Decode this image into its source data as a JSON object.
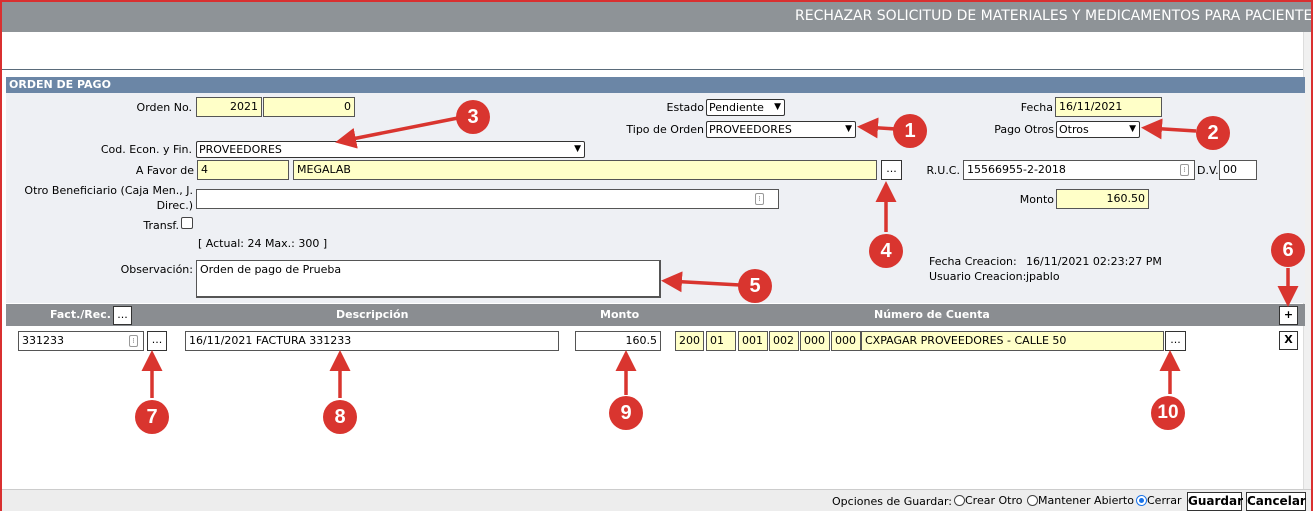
{
  "window": {
    "title": "RECHAZAR SOLICITUD DE MATERIALES Y MEDICAMENTOS PARA PACIENTES"
  },
  "section": {
    "title": "ORDEN DE PAGO"
  },
  "form": {
    "orden_no_label": "Orden No.",
    "orden_no_1": "2021",
    "orden_no_2": "0",
    "estado_label": "Estado",
    "estado_value": "Pendiente",
    "tipo_orden_label": "Tipo de Orden",
    "tipo_orden_value": "PROVEEDORES",
    "fecha_label": "Fecha",
    "fecha_value": "16/11/2021",
    "pago_otros_label": "Pago Otros",
    "pago_otros_value": "Otros",
    "cod_econ_label": "Cod. Econ. y Fin.",
    "cod_econ_value": "PROVEEDORES",
    "a_favor_label": "A Favor de",
    "a_favor_code": "4",
    "a_favor_name": "MEGALAB",
    "lookup_label": "...",
    "ruc_label": "R.U.C.",
    "ruc_value": "15566955-2-2018",
    "dv_label": "D.V.",
    "dv_value": "00",
    "otro_benef_label_1": "Otro Beneficiario (Caja Men., J.",
    "otro_benef_label_2": "Direc.)",
    "otro_benef_value": "",
    "monto_label": "Monto",
    "monto_value": "160.50",
    "transf_label": "Transf.",
    "counter_text": "[ Actual: 24   Max.: 300 ]",
    "observacion_label": "Observación:",
    "observacion_value": "Orden de pago de Prueba",
    "fecha_creacion_label": "Fecha   Creacion:",
    "fecha_creacion_value": "16/11/2021 02:23:27 PM",
    "usuario_creacion_label": "Usuario Creacion:",
    "usuario_creacion_value": "jpablo"
  },
  "grid": {
    "headers": [
      "Fact./Rec.",
      "Descripción",
      "Monto",
      "Número de Cuenta"
    ],
    "header_button": "...",
    "add_button": "+",
    "rows": [
      {
        "factura": "331233",
        "lookup": "...",
        "descripcion": "16/11/2021 FACTURA 331233",
        "monto": "160.5",
        "cuenta": [
          "200",
          "01",
          "001",
          "002",
          "000",
          "000"
        ],
        "cuenta_nombre": "CXPAGAR PROVEEDORES - CALLE 50",
        "cuenta_lookup": "...",
        "delete": "X"
      }
    ]
  },
  "footer": {
    "opciones_label": "Opciones de Guardar:",
    "opt_crear": "Crear Otro",
    "opt_mantener": "Mantener Abierto",
    "opt_cerrar": "Cerrar",
    "guardar": "Guardar",
    "cancelar": "Cancelar"
  },
  "annotations": [
    "1",
    "2",
    "3",
    "4",
    "5",
    "6",
    "7",
    "8",
    "9",
    "10"
  ],
  "colors": {
    "annotation_red": "#d9352f",
    "section_bar": "#6b86a6",
    "title_bar": "#8e9397",
    "field_yellow": "#ffffc8"
  }
}
